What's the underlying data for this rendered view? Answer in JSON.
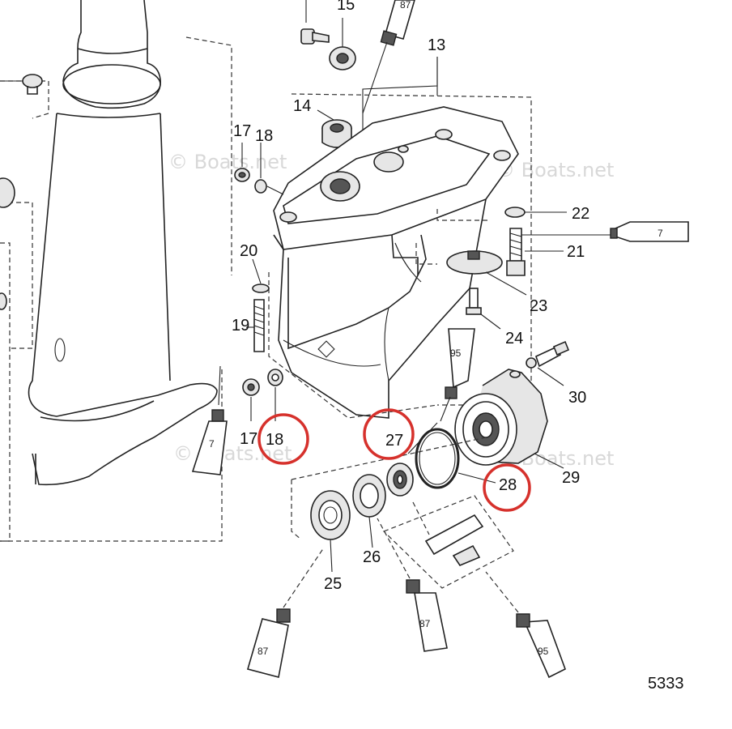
{
  "figure_number": "5333",
  "watermark": "© Boats.net",
  "labels": {
    "p13": "13",
    "p14": "14",
    "p15": "15",
    "p17a": "17",
    "p18a": "18",
    "p17b": "17",
    "p18b": "18",
    "p19": "19",
    "p20": "20",
    "p21": "21",
    "p22": "22",
    "p23": "23",
    "p24": "24",
    "p25": "25",
    "p26": "26",
    "p27": "27",
    "p28": "28",
    "p29": "29",
    "p30": "30"
  },
  "tube_labels": {
    "t87_top": "87",
    "t7_right": "7",
    "t95_mid": "95",
    "t7_left": "7",
    "t87_left": "87",
    "t87_bottom": "87",
    "t95_bottom": "95"
  },
  "highlighted_parts": [
    "18",
    "27",
    "28"
  ],
  "highlight_color": "#d6312c"
}
